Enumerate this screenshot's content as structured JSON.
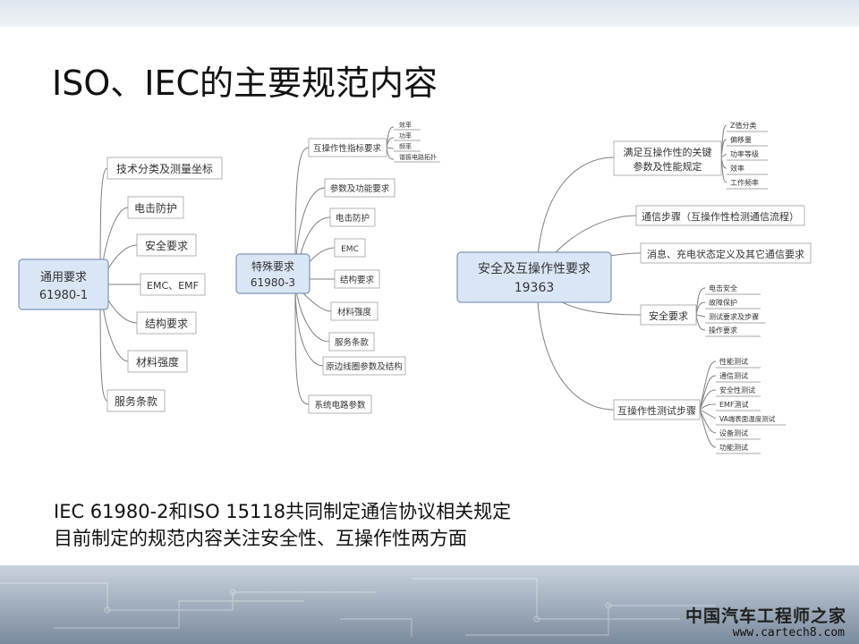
{
  "title": "ISO、IEC的主要规范内容",
  "mindmap": {
    "map1": {
      "root": [
        "通用要求",
        "61980-1"
      ],
      "children": [
        "技术分类及测量坐标",
        "电击防护",
        "安全要求",
        "EMC、EMF",
        "结构要求",
        "材料强度",
        "服务条款"
      ]
    },
    "map2": {
      "root": [
        "特殊要求",
        "61980-3"
      ],
      "children": [
        "互操作性指标要求",
        "参数及功能要求",
        "电击防护",
        "EMC",
        "结构要求",
        "材料强度",
        "服务条款",
        "原边线圈参数及结构",
        "系统电路参数"
      ],
      "sub": [
        "效率",
        "功率",
        "频率",
        "谐振电路拓扑"
      ]
    },
    "map3": {
      "root": [
        "安全及互操作性要求",
        "19363"
      ],
      "children": {
        "key_params": [
          "满足互操作性的关键",
          "参数及性能规定"
        ],
        "comm_steps": "通信步骤（互操作性检测通信流程）",
        "msg_def": "消息、充电状态定义及其它通信要求",
        "safety": "安全要求",
        "test_steps": "互操作性测试步骤"
      },
      "key_params_sub": [
        "Z值分类",
        "偏移量",
        "功率等级",
        "效率",
        "工作频率"
      ],
      "safety_sub": [
        "电击安全",
        "故障保护",
        "测试要求及步骤",
        "操作要求"
      ],
      "test_sub": [
        "性能测试",
        "通信测试",
        "安全性测试",
        "EMF测试",
        "VA端表面温度测试",
        "设备测试",
        "功能测试"
      ]
    }
  },
  "bottom_text": [
    "IEC 61980-2和ISO 15118共同制定通信协议相关规定",
    "目前制定的规范内容关注安全性、互操作性两方面"
  ],
  "watermark": {
    "brand": "中国汽车工程师之家",
    "url": "www.cartech8.com"
  }
}
